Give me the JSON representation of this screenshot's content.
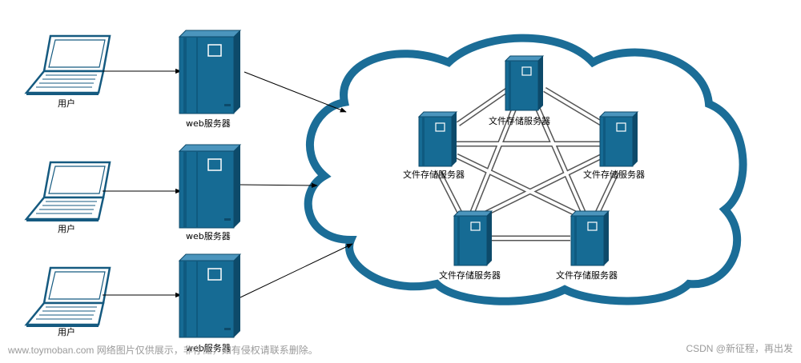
{
  "labels": {
    "user": "用户",
    "web_server": "web服务器",
    "file_server": "文件存储服务器"
  },
  "watermark_left": "www.toymoban.com 网络图片仅供展示，非存储，如有侵权请联系删除。",
  "watermark_right": "CSDN @新征程，再出发",
  "colors": {
    "device_blue": "#166b94",
    "device_dark": "#0d4a6a",
    "device_light": "#4b95bd",
    "cloud_stroke": "#1b6d97",
    "laptop_stroke": "#155a80"
  }
}
